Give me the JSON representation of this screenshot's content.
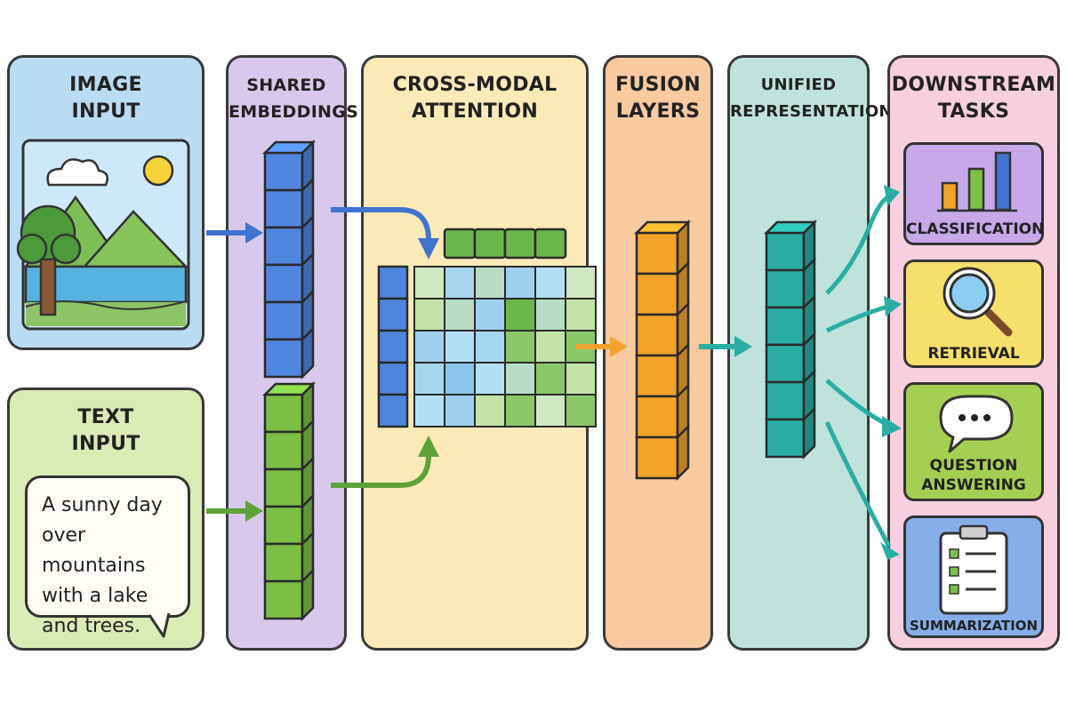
{
  "panels": {
    "image_input": {
      "line1": "IMAGE",
      "line2": "INPUT"
    },
    "text_input": {
      "line1": "TEXT",
      "line2": "INPUT",
      "sample_text": "A sunny day over mountains with a lake and trees."
    },
    "shared_embeddings": {
      "line1": "SHARED",
      "line2": "EMBEDDINGS"
    },
    "cross_modal_attention": {
      "line1": "CROSS-MODAL",
      "line2": "ATTENTION"
    },
    "fusion_layers": {
      "line1": "FUSION",
      "line2": "LAYERS"
    },
    "unified_representations": {
      "line1": "UNIFIED",
      "line2": "REPRESENTATIONS"
    },
    "downstream_tasks": {
      "line1": "DOWNSTREAM",
      "line2": "TASKS"
    }
  },
  "tasks": {
    "classification": {
      "line1": "CLASSIFICATION",
      "icon": "bar-chart-icon"
    },
    "retrieval": {
      "line1": "RETRIEVAL",
      "icon": "magnifier-icon"
    },
    "question_answering": {
      "line1": "QUESTION",
      "line2": "ANSWERING",
      "icon": "speech-bubble-icon"
    },
    "summarization": {
      "line1": "SUMMARIZATION",
      "icon": "clipboard-checklist-icon"
    }
  },
  "colors": {
    "image_panel": "#b9dcf3",
    "text_panel": "#d9ecb6",
    "shared_panel": "#d8c9ec",
    "attention_panel": "#fbeab8",
    "fusion_panel": "#f9c9a0",
    "unified_panel": "#bfe3db",
    "tasks_panel": "#f8cfdf",
    "blue": "#4f86de",
    "green": "#7cbf45",
    "orange": "#f2a32a",
    "teal": "#2aaea4"
  }
}
